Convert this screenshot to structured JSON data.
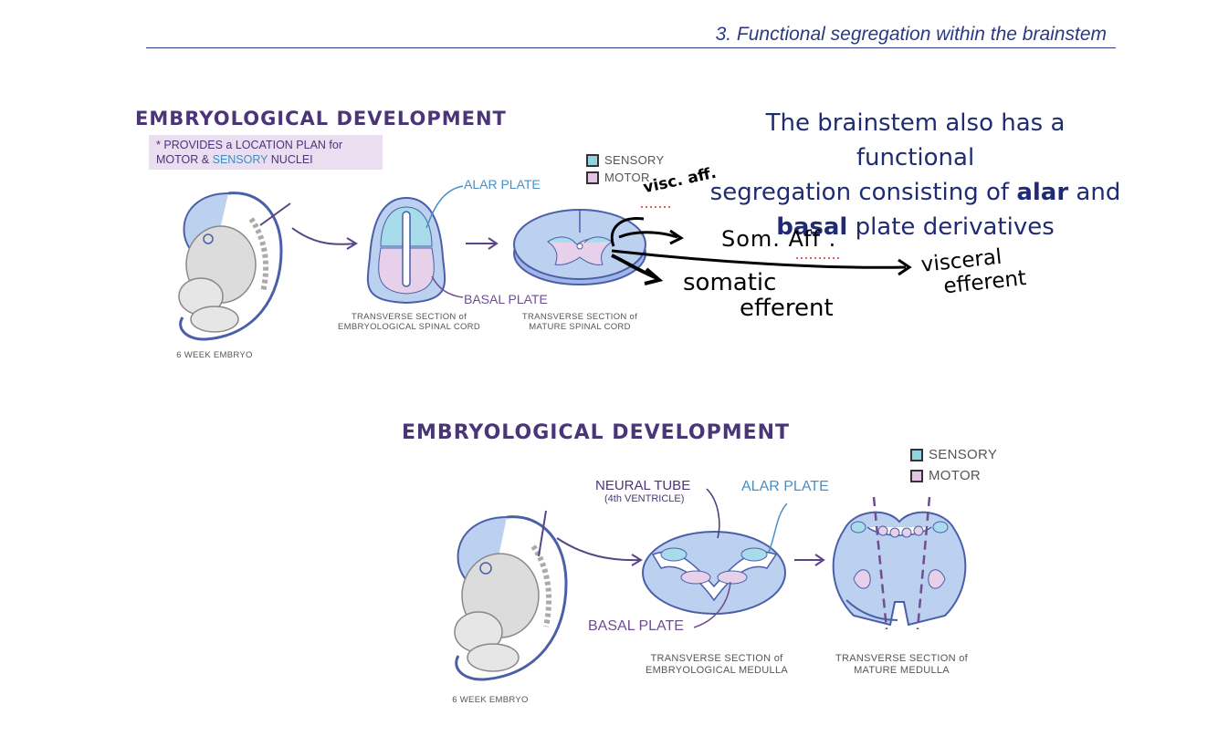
{
  "header": {
    "title": "3. Functional segregation within the brainstem"
  },
  "top_figure": {
    "title": "EMBRYOLOGICAL DEVELOPMENT",
    "note_star": "*",
    "note_line1": "PROVIDES a LOCATION PLAN for",
    "note_motor": "MOTOR",
    "note_amp": "&",
    "note_sensory": "SENSORY",
    "note_nuclei": "NUCLEI",
    "legend_sensory": "SENSORY",
    "legend_motor": "MOTOR",
    "alar_label": "ALAR PLATE",
    "basal_label": "BASAL PLATE",
    "caption_embryo": "6 WEEK EMBRYO",
    "caption_embryonic_cord_1": "TRANSVERSE SECTION of",
    "caption_embryonic_cord_2": "EMBRYOLOGICAL SPINAL CORD",
    "caption_mature_cord_1": "TRANSVERSE SECTION of",
    "caption_mature_cord_2": "MATURE SPINAL CORD"
  },
  "description": {
    "line1": "The brainstem also has a functional",
    "line2_pre": "segregation consisting of",
    "alar": "alar",
    "line2_post": "and",
    "basal": "basal",
    "line3_post": "plate derivatives"
  },
  "annotations": {
    "visc_aff": "visc. aff.",
    "som_aff": "Som. Aff .",
    "visceral_1": "visceral",
    "visceral_2": "efferent",
    "somatic_1": "somatic",
    "somatic_2": "efferent"
  },
  "bottom_figure": {
    "title": "EMBRYOLOGICAL DEVELOPMENT",
    "legend_sensory": "SENSORY",
    "legend_motor": "MOTOR",
    "neural_tube": "NEURAL TUBE",
    "fourth_ventricle": "(4th VENTRICLE)",
    "alar_label": "ALAR PLATE",
    "basal_label": "BASAL PLATE",
    "caption_embryo": "6 WEEK EMBRYO",
    "caption_embryonic_medulla_1": "TRANSVERSE SECTION of",
    "caption_embryonic_medulla_2": "EMBRYOLOGICAL MEDULLA",
    "caption_mature_medulla_1": "TRANSVERSE SECTION of",
    "caption_mature_medulla_2": "MATURE MEDULLA"
  },
  "colors": {
    "header_blue": "#2b3a86",
    "title_purple": "#4a3578",
    "sensory_blue": "#8fd3e2",
    "motor_pink": "#e3c4e6",
    "tissue_blue": "#bcd0f0"
  }
}
